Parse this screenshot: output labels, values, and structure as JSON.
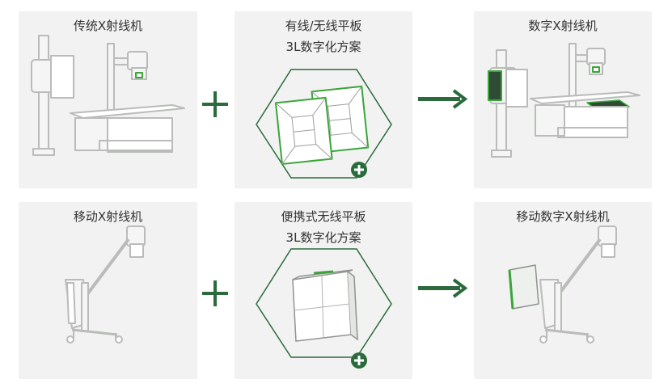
{
  "colors": {
    "card_bg": "#f1f2f1",
    "accent_green": "#2b6a3d",
    "bright_green": "#3aa53a",
    "line_gray": "#b9bcb9",
    "text": "#333333"
  },
  "rows": [
    {
      "source": {
        "title": "传统X射线机"
      },
      "upgrade": {
        "title_line1": "有线/无线平板",
        "title_line2": "3L数字化方案",
        "badge_icon": "plus-circle-icon"
      },
      "operator": "plus-icon",
      "arrow": "arrow-right-icon",
      "result": {
        "title": "数字X射线机"
      }
    },
    {
      "source": {
        "title": "移动X射线机"
      },
      "upgrade": {
        "title_line1": "便携式无线平板",
        "title_line2": "3L数字化方案",
        "badge_icon": "plus-circle-icon"
      },
      "operator": "plus-icon",
      "arrow": "arrow-right-icon",
      "result": {
        "title": "移动数字X射线机"
      }
    }
  ]
}
